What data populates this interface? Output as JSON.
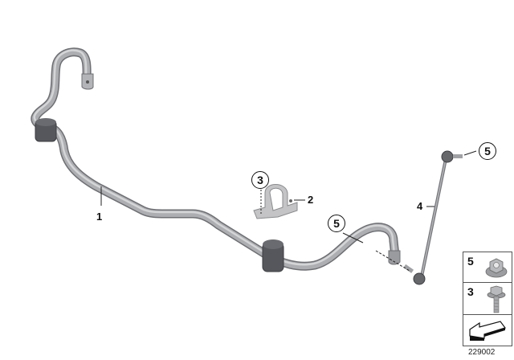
{
  "diagram": {
    "type": "parts-exploded-view",
    "subject": "Front stabilizer bar assembly",
    "colors": {
      "bar": "#a9aaad",
      "bar_shadow": "#7e7f83",
      "bushing": "#55565b",
      "bracket": "#c4c4c6",
      "line": "#222222"
    }
  },
  "callouts": [
    {
      "id": "callout-1",
      "label": "1",
      "part": "stabilizer bar",
      "circled": false
    },
    {
      "id": "callout-2",
      "label": "2",
      "part": "bracket / holder",
      "circled": false
    },
    {
      "id": "callout-3",
      "label": "3",
      "part": "bolt",
      "circled": true
    },
    {
      "id": "callout-4",
      "label": "4",
      "part": "stabilizer link",
      "circled": false
    },
    {
      "id": "callout-5a",
      "label": "5",
      "part": "nut (link top)",
      "circled": true
    },
    {
      "id": "callout-5b",
      "label": "5",
      "part": "nut (bar end)",
      "circled": true
    }
  ],
  "legend": {
    "items": [
      {
        "label": "5",
        "icon": "hex-flange-nut-icon"
      },
      {
        "label": "3",
        "icon": "hex-bolt-icon"
      },
      {
        "label": "",
        "icon": "direction-arrow-icon"
      }
    ]
  },
  "document_id": "229002"
}
